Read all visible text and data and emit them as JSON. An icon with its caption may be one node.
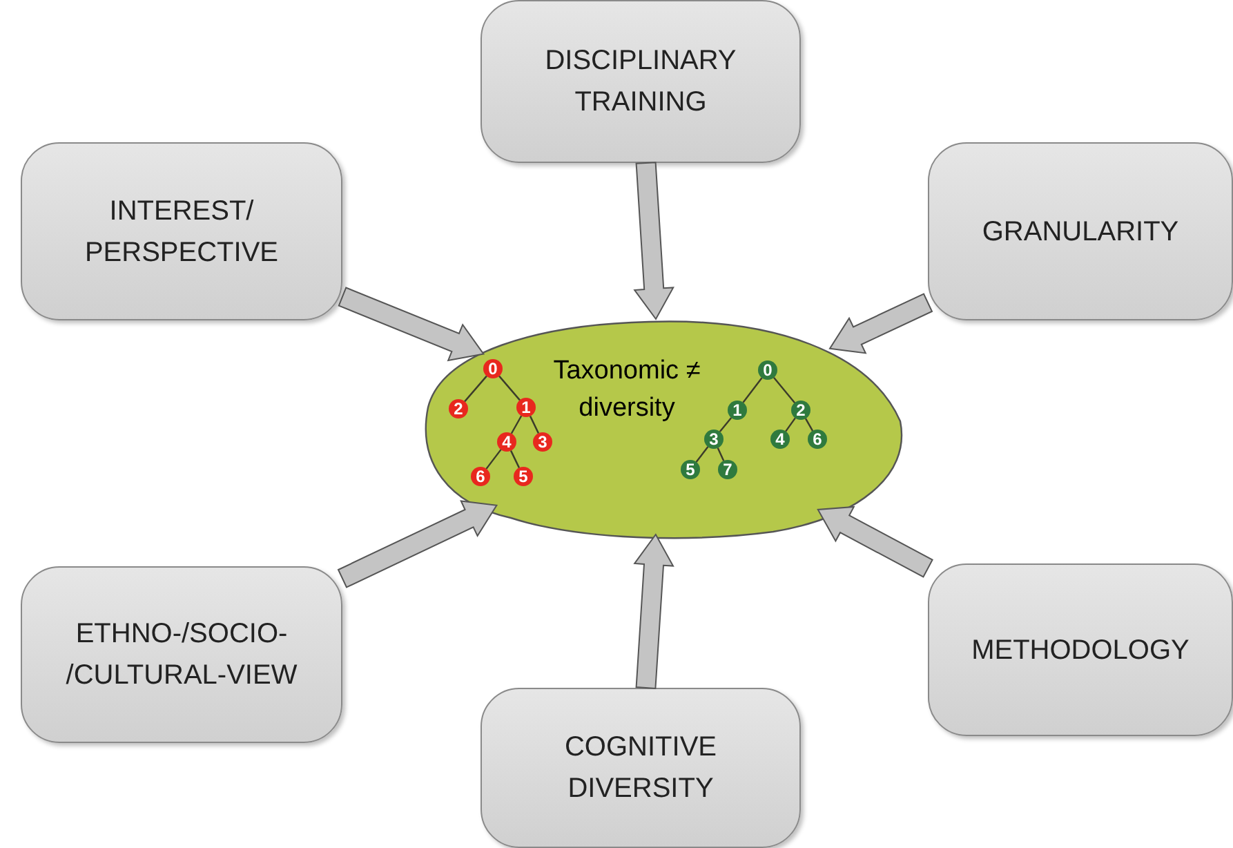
{
  "diagram": {
    "nodes": [
      {
        "text": [
          "DISCIPLINARY TRAINING"
        ]
      },
      {
        "text": [
          "INTEREST/ PERSPECTIVE"
        ]
      },
      {
        "text": [
          "GRANULARITY"
        ]
      },
      {
        "text": [
          "Taxonomic ≠ diversity"
        ]
      },
      {
        "text": [
          "0"
        ],
        "in": 3
      },
      {
        "text": [
          "2"
        ],
        "in": 3
      },
      {
        "text": [
          "1"
        ],
        "in": 3
      },
      {
        "text": [
          "4"
        ],
        "in": 3
      },
      {
        "text": [
          "3"
        ],
        "in": 3
      },
      {
        "text": [
          "6"
        ],
        "in": 3
      },
      {
        "text": [
          "5"
        ],
        "in": 3
      },
      {
        "text": [
          "0"
        ],
        "in": 3
      },
      {
        "text": [
          "1"
        ],
        "in": 3
      },
      {
        "text": [
          "2"
        ],
        "in": 3
      },
      {
        "text": [
          "3"
        ],
        "in": 3
      },
      {
        "text": [
          "4"
        ],
        "in": 3
      },
      {
        "text": [
          "6"
        ],
        "in": 3
      },
      {
        "text": [
          "5"
        ],
        "in": 3
      },
      {
        "text": [
          "7"
        ],
        "in": 3
      },
      {
        "text": [
          "ETHNO-/SOCIO- /CULTURAL-VIEW"
        ]
      },
      {
        "text": [
          "METHODOLOGY"
        ]
      },
      {
        "text": [
          "COGNITIVE DIVERSITY"
        ]
      }
    ],
    "edges": [
      {
        "from": 0,
        "to": 3,
        "arrow": "to",
        "style": "thick"
      },
      {
        "from": 1,
        "to": 3,
        "arrow": "to",
        "style": "thick"
      },
      {
        "from": 2,
        "to": 3,
        "arrow": "to",
        "style": "thick"
      },
      {
        "from": 19,
        "to": 3,
        "arrow": "to",
        "style": "thick"
      },
      {
        "from": 20,
        "to": 3,
        "arrow": "to",
        "style": "thick"
      },
      {
        "from": 21,
        "to": 3,
        "arrow": "to",
        "style": "thick"
      },
      {
        "from": 4,
        "to": 5,
        "arrow": "none"
      },
      {
        "from": 4,
        "to": 6,
        "arrow": "none"
      },
      {
        "from": 6,
        "to": 7,
        "arrow": "none"
      },
      {
        "from": 6,
        "to": 8,
        "arrow": "none"
      },
      {
        "from": 7,
        "to": 9,
        "arrow": "none"
      },
      {
        "from": 7,
        "to": 10,
        "arrow": "none"
      },
      {
        "from": 11,
        "to": 12,
        "arrow": "none"
      },
      {
        "from": 11,
        "to": 13,
        "arrow": "none"
      },
      {
        "from": 12,
        "to": 14,
        "arrow": "none"
      },
      {
        "from": 14,
        "to": 17,
        "arrow": "none"
      },
      {
        "from": 14,
        "to": 18,
        "arrow": "none"
      },
      {
        "from": 13,
        "to": 15,
        "arrow": "none"
      },
      {
        "from": 13,
        "to": 16,
        "arrow": "none"
      }
    ]
  }
}
